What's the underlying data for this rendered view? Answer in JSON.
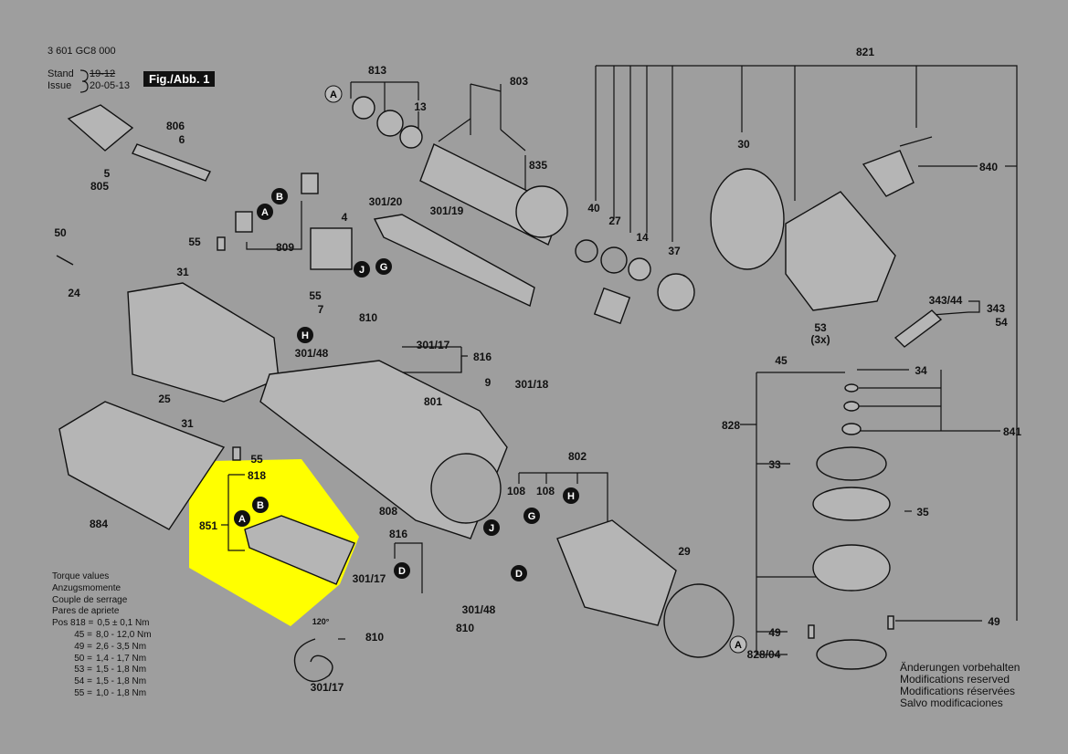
{
  "document": {
    "part_number": "3 601 GC8 000",
    "stand_label": "Stand",
    "issue_label": "Issue",
    "stand_date": "19-12",
    "issue_date": "20-05-13",
    "figure_label": "Fig./Abb. 1"
  },
  "torque": {
    "title_lines": [
      "Torque values",
      "Anzugsmomente",
      "Couple de serrage",
      "Pares de apriete"
    ],
    "rows": [
      {
        "pos": "Pos 818 =",
        "value": "0,5 ± 0,1 Nm"
      },
      {
        "pos": "45 =",
        "value": "8,0 - 12,0 Nm"
      },
      {
        "pos": "49 =",
        "value": "2,6 - 3,5 Nm"
      },
      {
        "pos": "50 =",
        "value": "1,4 - 1,7 Nm"
      },
      {
        "pos": "53 =",
        "value": "1,5 - 1,8 Nm"
      },
      {
        "pos": "54 =",
        "value": "1,5 - 1,8 Nm"
      },
      {
        "pos": "55 =",
        "value": "1,0 - 1,8 Nm"
      }
    ]
  },
  "notice": [
    "Änderungen vorbehalten",
    "Modifications reserved",
    "Modifications réservées",
    "Salvo modificaciones"
  ],
  "highlight": {
    "color": "#ffff00",
    "group_label": "851"
  },
  "callouts": {
    "A": "A",
    "B": "B",
    "D": "D",
    "G": "G",
    "H": "H",
    "J": "J"
  },
  "parts": {
    "p813": "813",
    "p803": "803",
    "p821": "821",
    "p13": "13",
    "p806": "806",
    "p6": "6",
    "p5": "5",
    "p805": "805",
    "p835": "835",
    "p30": "30",
    "p840": "840",
    "p301_20": "301/20",
    "p301_19": "301/19",
    "p4": "4",
    "p809": "809",
    "p50": "50",
    "p55a": "55",
    "p31a": "31",
    "p24": "24",
    "p55b": "55",
    "p7": "7",
    "p40": "40",
    "p27": "27",
    "p14": "14",
    "p37": "37",
    "p343_44": "343/44",
    "p343": "343",
    "p54": "54",
    "p53": "53",
    "p3x": "(3x)",
    "p45": "45",
    "p34": "34",
    "p810a": "810",
    "p301_48a": "301/48",
    "p301_17a": "301/17",
    "p816a": "816",
    "p9": "9",
    "p301_18": "301/18",
    "p25": "25",
    "p801": "801",
    "p31b": "31",
    "p828": "828",
    "p841": "841",
    "p55c": "55",
    "p818": "818",
    "p802": "802",
    "p108a": "108",
    "p108b": "108",
    "p33": "33",
    "p35": "35",
    "p884": "884",
    "p808": "808",
    "p816b": "816",
    "p301_17b": "301/17",
    "p301_48b": "301/48",
    "p810b": "810",
    "p29": "29",
    "p49a": "49",
    "p49b": "49",
    "p828_04": "828/04",
    "p810c": "810",
    "p301_17c": "301/17",
    "p120": "120°"
  }
}
